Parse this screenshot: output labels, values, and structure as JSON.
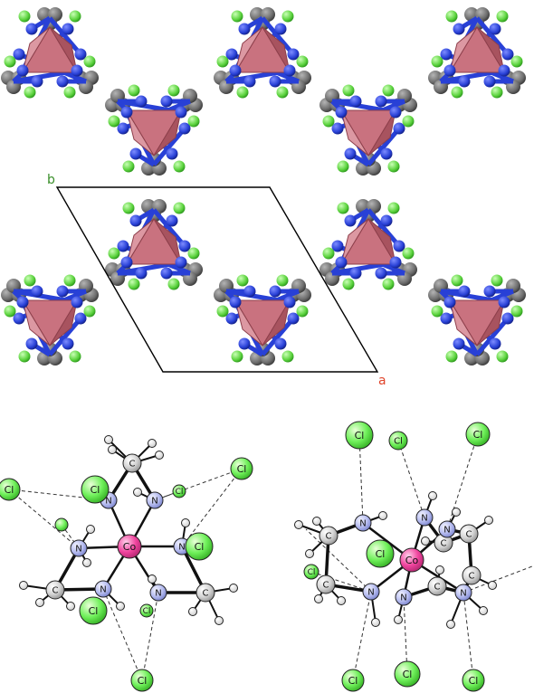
{
  "axes": {
    "b_label": "b",
    "a_label": "a",
    "b_color": "#3a8f2a",
    "a_color": "#e0442b"
  },
  "colors": {
    "polyhedron": "#c9727f",
    "polyhedron_dark": "#a8535f",
    "polyhedron_light": "#dc98a2",
    "nitrogen_packing": "#2840d6",
    "carbon_packing": "#707070",
    "chlorine_packing": "#5ad23c",
    "chlorine_ball": "#6ff05a",
    "nitrogen_ball": "#b7bdf0",
    "carbon_ball": "#d4d4d4",
    "cobalt_ball": "#f0449e",
    "hydrogen_ball": "#ffffff"
  },
  "labels": {
    "cobalt": "Co",
    "nitrogen": "N",
    "carbon": "C",
    "chlorine": "Cl"
  }
}
